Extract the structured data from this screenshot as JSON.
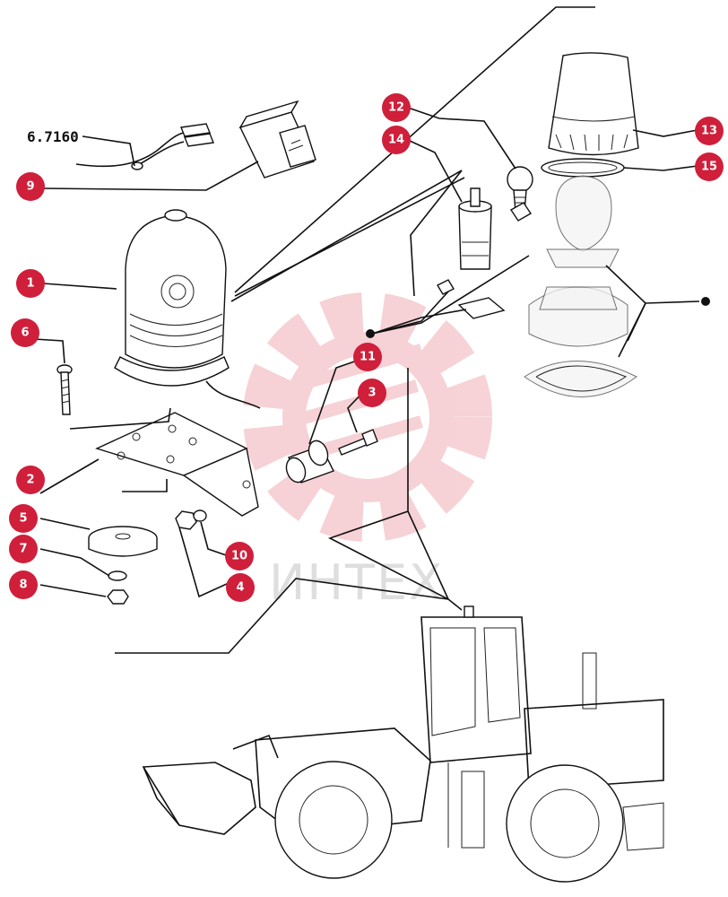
{
  "diagram": {
    "part_number_label": "6.7160",
    "callouts": [
      "1",
      "2",
      "3",
      "4",
      "5",
      "6",
      "7",
      "8",
      "9",
      "10",
      "11",
      "12",
      "13",
      "14",
      "15"
    ],
    "watermark": "ИНТЕХ",
    "colors": {
      "callout_fill": "#cf1f3a",
      "callout_text": "#ffffff",
      "line": "#111111",
      "watermark": "#f2b7bd"
    },
    "icons": [
      "beacon-lamp-icon",
      "rocker-switch-icon",
      "wire-connector-icon",
      "wheel-loader-icon",
      "gear-logo-icon"
    ]
  }
}
